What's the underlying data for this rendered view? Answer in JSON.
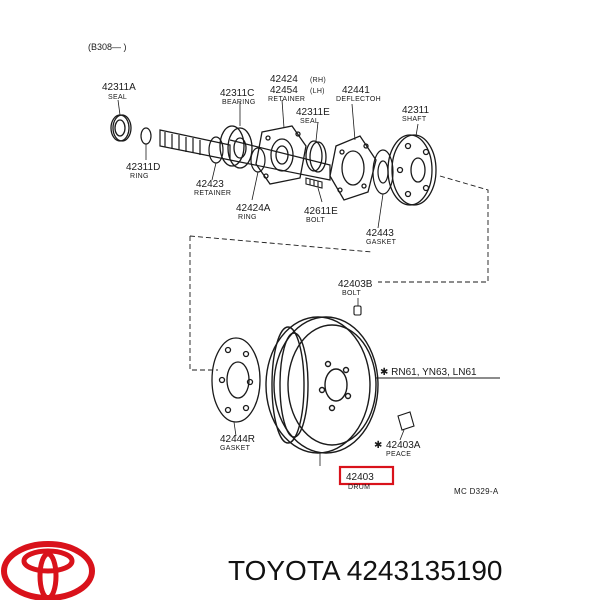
{
  "header_code": "(B308—     )",
  "parts": {
    "seal_a": {
      "number": "42311A",
      "name": "SEAL"
    },
    "bearing": {
      "number": "42311C",
      "name": "BEARING"
    },
    "retainer_top": {
      "number": "42424",
      "name": "RETAINER",
      "number2": "42454"
    },
    "rh_lh": {
      "line1": "(RH)",
      "line2": "(LH)"
    },
    "seal_e": {
      "number": "42311E",
      "name": "SEAL"
    },
    "deflector": {
      "number": "42441",
      "name": "DEFLECTOH"
    },
    "shaft": {
      "number": "42311",
      "name": "SHAFT"
    },
    "ring_d": {
      "number": "42311D",
      "name": "RING"
    },
    "retainer": {
      "number": "42423",
      "name": "RETAINER"
    },
    "ring_a": {
      "number": "42424A",
      "name": "RING"
    },
    "bolt_e": {
      "number": "42611E",
      "name": "BOLT"
    },
    "gasket": {
      "number": "42443",
      "name": "GASKET"
    },
    "bolt_b": {
      "number": "42403B",
      "name": "BOLT"
    },
    "gasket_r": {
      "number": "42444R",
      "name": "GASKET"
    },
    "piece_a": {
      "number": "42403A",
      "name": "PEACE",
      "mark": "✱"
    },
    "drum": {
      "number": "42403",
      "name": "DRUM"
    }
  },
  "applicability": "✱ RN61, YN63, LN61",
  "diagram_code": "MC D329-A",
  "brand": {
    "name": "TOYOTA",
    "part_number": "4243135190"
  },
  "colors": {
    "logo": "#d9121b",
    "highlight_box": "#d9121b",
    "ink": "#1a1a1a"
  }
}
